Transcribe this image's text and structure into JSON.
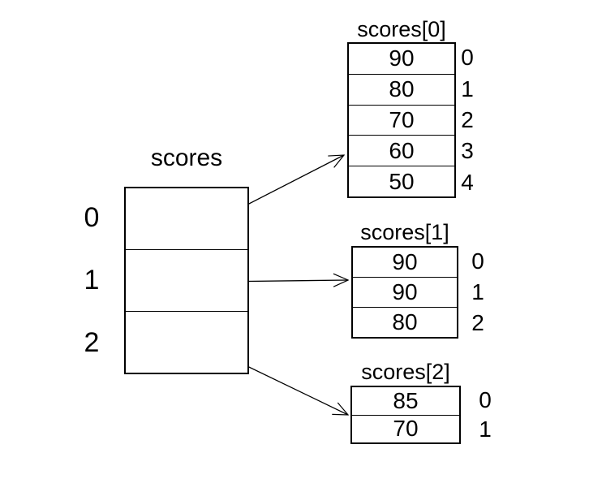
{
  "pointer_array": {
    "title": "scores",
    "indices": [
      "0",
      "1",
      "2"
    ]
  },
  "arrays": [
    {
      "title": "scores[0]",
      "values": [
        "90",
        "80",
        "70",
        "60",
        "50"
      ],
      "indices": [
        "0",
        "1",
        "2",
        "3",
        "4"
      ]
    },
    {
      "title": "scores[1]",
      "values": [
        "90",
        "90",
        "80"
      ],
      "indices": [
        "0",
        "1",
        "2"
      ]
    },
    {
      "title": "scores[2]",
      "values": [
        "85",
        "70"
      ],
      "indices": [
        "0",
        "1"
      ]
    }
  ],
  "colors": {
    "background": "#ffffff",
    "line": "#000000",
    "text": "#000000"
  }
}
